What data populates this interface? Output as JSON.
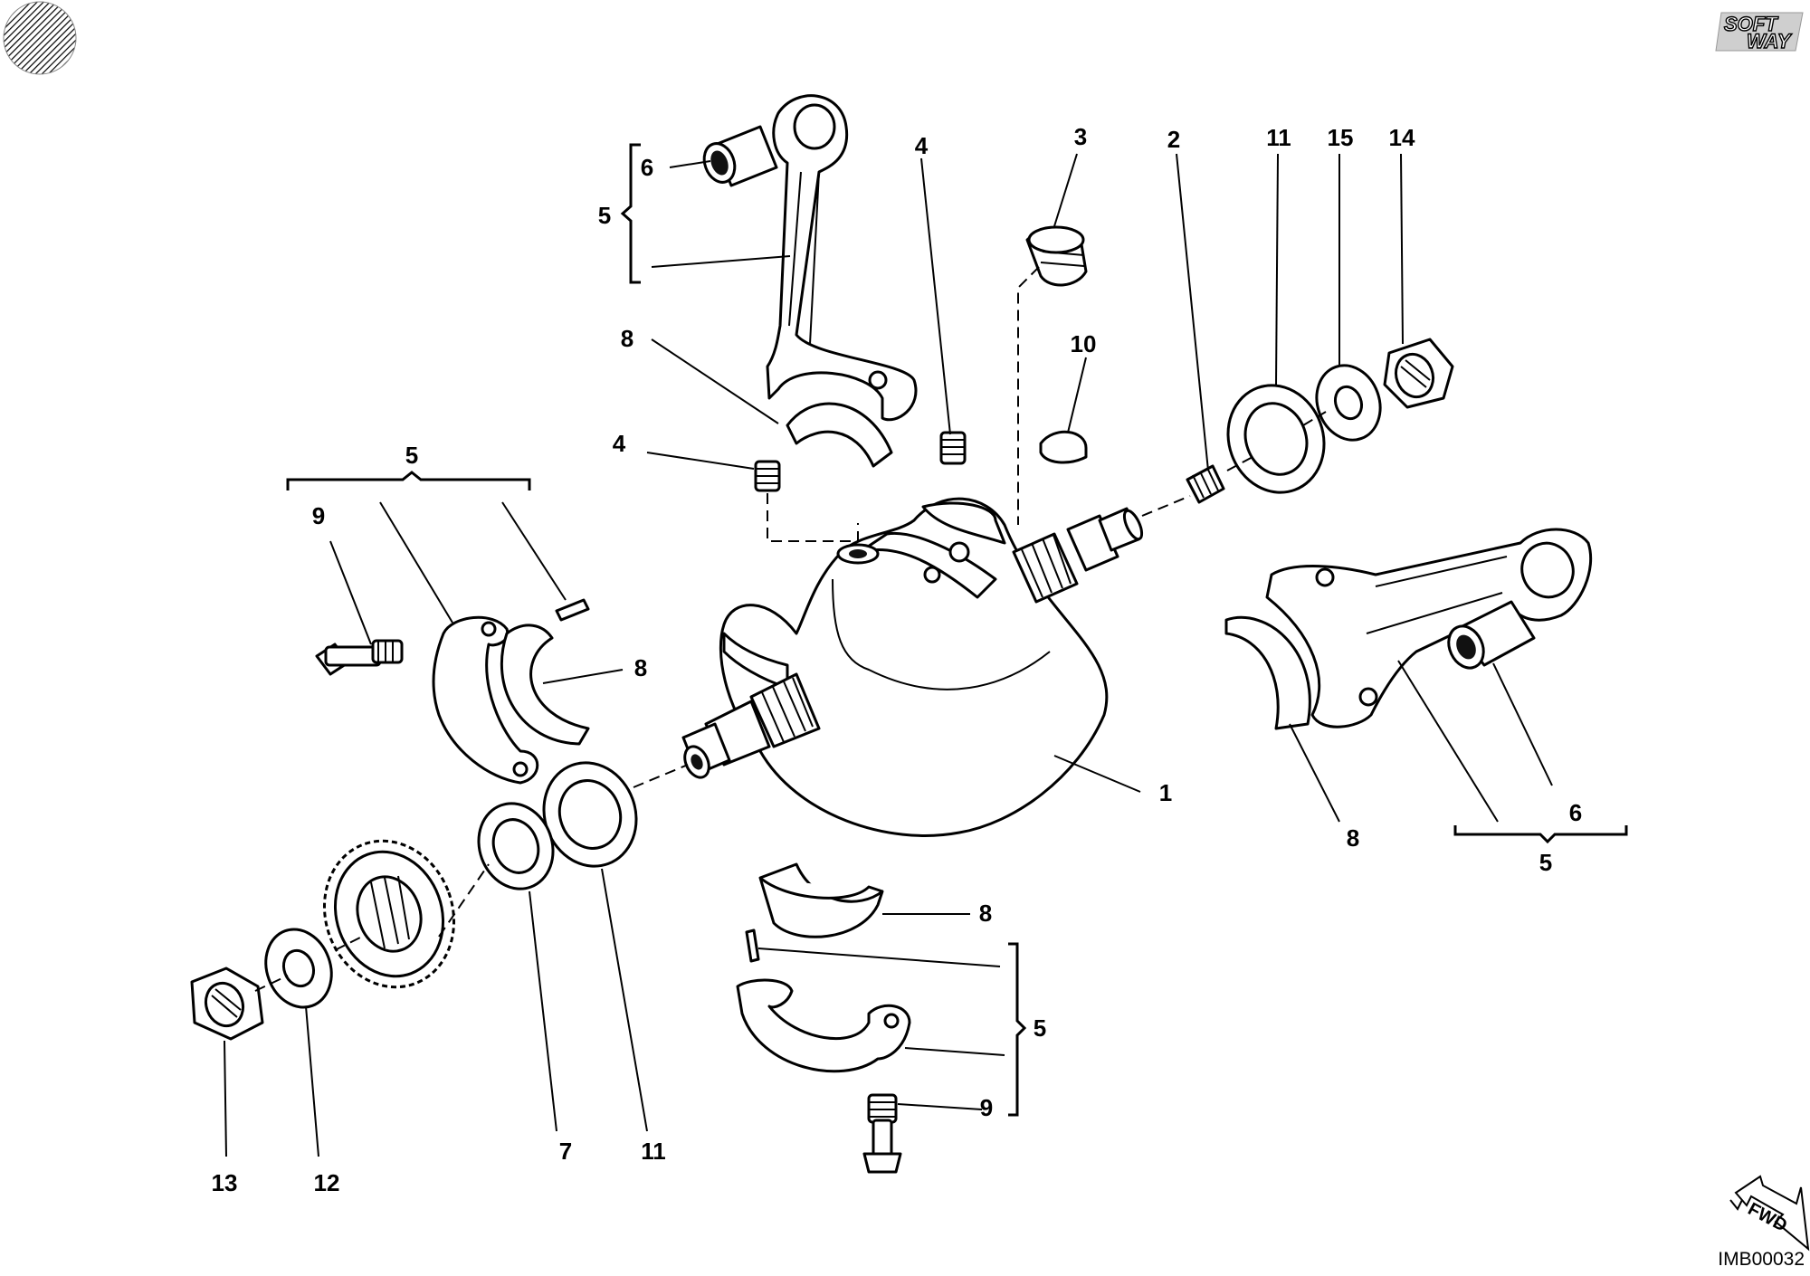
{
  "diagram": {
    "drawing_code": "IMB00032",
    "brand_logo": {
      "line1": "SOFT",
      "line2": "WAY"
    },
    "fwd_arrow": {
      "label": "FWD",
      "icon": "fwd-arrow-icon"
    },
    "corner_mark": {
      "icon": "striped-circle-icon"
    },
    "callouts": [
      {
        "id": "c6-top",
        "text": "6"
      },
      {
        "id": "c5-top",
        "text": "5"
      },
      {
        "id": "c4-top",
        "text": "4"
      },
      {
        "id": "c3",
        "text": "3"
      },
      {
        "id": "c2",
        "text": "2"
      },
      {
        "id": "c11-top",
        "text": "11"
      },
      {
        "id": "c15",
        "text": "15"
      },
      {
        "id": "c14",
        "text": "14"
      },
      {
        "id": "c8-top",
        "text": "8"
      },
      {
        "id": "c10",
        "text": "10"
      },
      {
        "id": "c4-mid",
        "text": "4"
      },
      {
        "id": "c5-left",
        "text": "5"
      },
      {
        "id": "c9-left",
        "text": "9"
      },
      {
        "id": "c8-left",
        "text": "8"
      },
      {
        "id": "c1",
        "text": "1"
      },
      {
        "id": "c6-right",
        "text": "6"
      },
      {
        "id": "c8-right",
        "text": "8"
      },
      {
        "id": "c5-right",
        "text": "5"
      },
      {
        "id": "c8-bottom",
        "text": "8"
      },
      {
        "id": "c5-bottom",
        "text": "5"
      },
      {
        "id": "c9-bottom",
        "text": "9"
      },
      {
        "id": "c13",
        "text": "13"
      },
      {
        "id": "c12",
        "text": "12"
      },
      {
        "id": "c7",
        "text": "7"
      },
      {
        "id": "c11-bottom",
        "text": "11"
      }
    ]
  }
}
